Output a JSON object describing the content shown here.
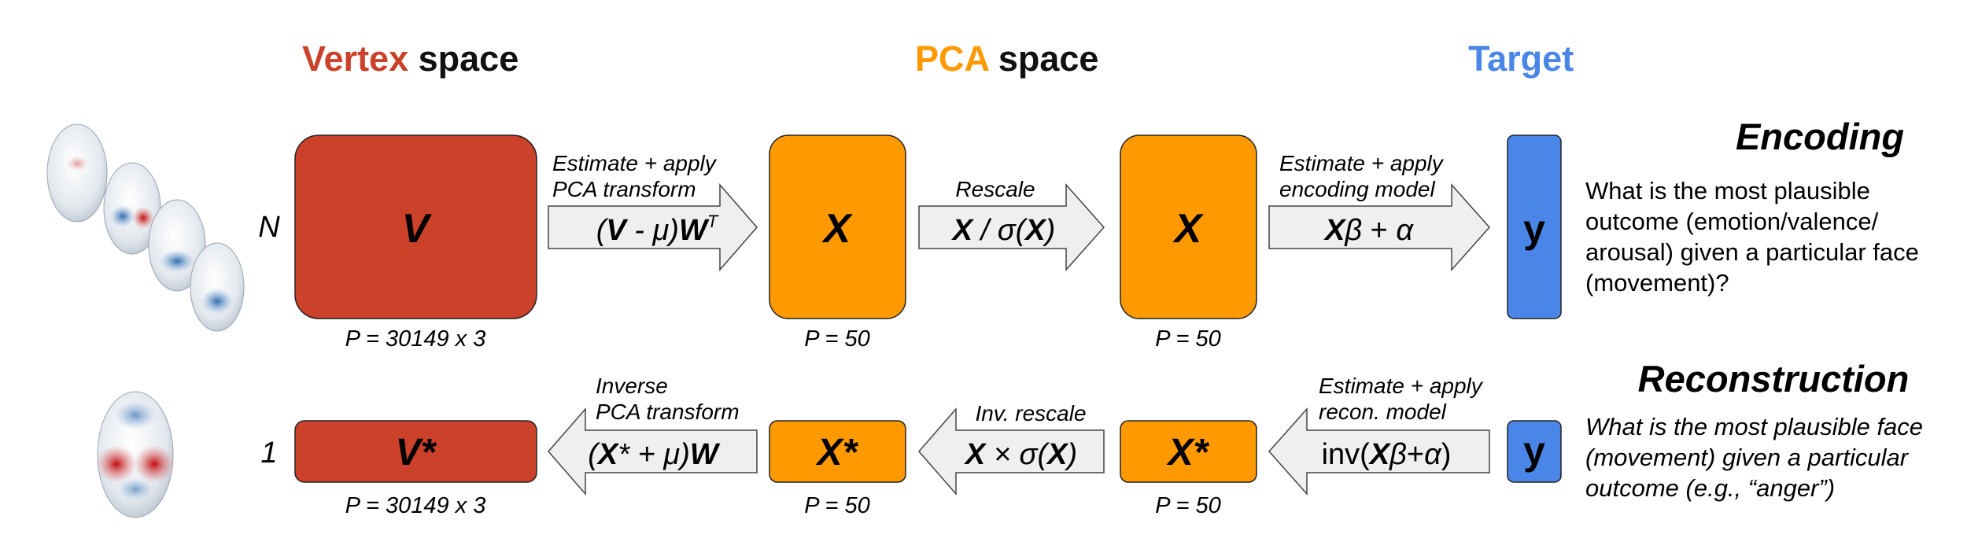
{
  "headers": {
    "vertex": {
      "colored": "Vertex",
      "rest": " space"
    },
    "pca": {
      "colored": "PCA",
      "rest": " space"
    },
    "target": "Target"
  },
  "colors": {
    "vertex": "#cc4129",
    "pca": "#ff9900",
    "target": "#4a86e8",
    "arrow_fill": "#efefef",
    "arrow_stroke": "#444444"
  },
  "encoding": {
    "title": "Encoding",
    "question": [
      "What is the most plausible",
      "outcome (emotion/valence/",
      "arousal) given a particular face",
      "(movement)?"
    ],
    "row_label": "N",
    "box_vertex": "V",
    "box_pca1": "X",
    "box_pca2": "X",
    "box_target": "y",
    "caption_vertex": "P = 30149 x 3",
    "caption_pca1": "P = 50",
    "caption_pca2": "P = 50",
    "arrow1": {
      "label": [
        "Estimate + apply",
        "PCA transform"
      ],
      "formula": "(V - μ)W^T"
    },
    "arrow2": {
      "label": [
        "Rescale"
      ],
      "formula": "X / σ(X)"
    },
    "arrow3": {
      "label": [
        "Estimate + apply",
        "encoding model"
      ],
      "formula": "Xβ + α"
    }
  },
  "reconstruction": {
    "title": "Reconstruction",
    "question": [
      "What is the most plausible face",
      "(movement) given a particular",
      "outcome (e.g., “anger”)"
    ],
    "row_label": "1",
    "box_vertex": "V*",
    "box_pca1": "X*",
    "box_pca2": "X*",
    "box_target": "y",
    "caption_vertex": "P = 30149 x 3",
    "caption_pca1": "P = 50",
    "caption_pca2": "P = 50",
    "arrow1": {
      "label": [
        "Inverse",
        "PCA transform"
      ],
      "formula": "(X* + μ)W"
    },
    "arrow2": {
      "label": [
        "Inv. rescale"
      ],
      "formula": "X × σ(X)"
    },
    "arrow3": {
      "label": [
        "Estimate + apply",
        "recon. model"
      ],
      "formula": "inv(Xβ+α)"
    }
  }
}
